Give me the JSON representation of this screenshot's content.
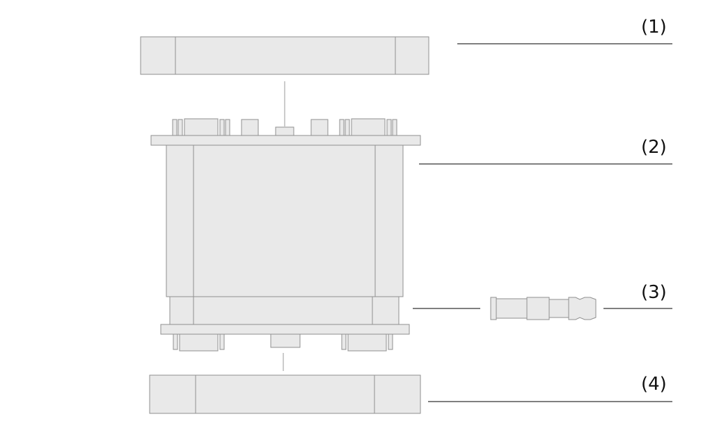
{
  "callouts": [
    {
      "id": "1",
      "label": "(1)"
    },
    {
      "id": "2",
      "label": "(2)"
    },
    {
      "id": "3",
      "label": "(3)"
    },
    {
      "id": "4",
      "label": "(4)"
    }
  ],
  "colors": {
    "part_fill": "#e9e9e9",
    "part_fill_dark": "#dedede",
    "outline": "#8f8f8f",
    "leader_line": "#333333",
    "text": "#111111"
  }
}
